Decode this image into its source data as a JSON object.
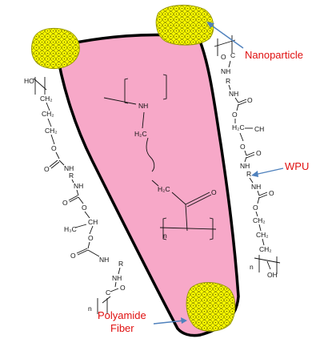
{
  "labels": {
    "nanoparticle": "Nanoparticle",
    "wpu": "WPU",
    "polyamide_line1": "Polyamide",
    "polyamide_line2": "Fiber"
  },
  "polyamide_chain": {
    "nh": "NH",
    "h2c_1": "H₂C",
    "h2c_2": "H₂C",
    "repeat_n": "n",
    "carbonyl_o": "O"
  },
  "wpu_left": {
    "ho": "HO",
    "ch2_1": "CH₂",
    "ch2_2": "CH₂",
    "ch2_3": "CH₂",
    "o_1": "O",
    "o_2": "O",
    "nh_1": "NH",
    "r_1": "R",
    "nh_2": "NH",
    "o_3": "O",
    "o_4": "O",
    "h3c": "H₃C",
    "ch_1": "CH",
    "o_5": "O",
    "o_6": "O",
    "nh_3": "NH",
    "r_2": "R",
    "nh_4": "NH",
    "c_1": "C",
    "o_7": "O",
    "repeat_n": "n"
  },
  "wpu_right": {
    "o_1": "O",
    "c_1": "C",
    "nh_1": "NH",
    "r_1": "R",
    "nh_2": "NH",
    "o_2": "O",
    "o_3": "O",
    "h2c": "H₂C",
    "ch_1": "CH",
    "o_4": "O",
    "o_5": "O",
    "nh_3": "NH",
    "r_2": "R",
    "nh_4": "NH",
    "o_6": "O",
    "o_7": "O",
    "ch2_1": "CH₂",
    "ch2_2": "CH₂",
    "ch2_3": "CH₂",
    "oh": "OH",
    "repeat_n": "n"
  },
  "colors": {
    "fiber_fill": "#f7a8c8",
    "fiber_outline": "#000000",
    "nanoparticle_fill": "#ffff00",
    "nanoparticle_outline": "#9a9a00",
    "label_red": "#e01010",
    "arrow_blue": "#4f81bd"
  }
}
